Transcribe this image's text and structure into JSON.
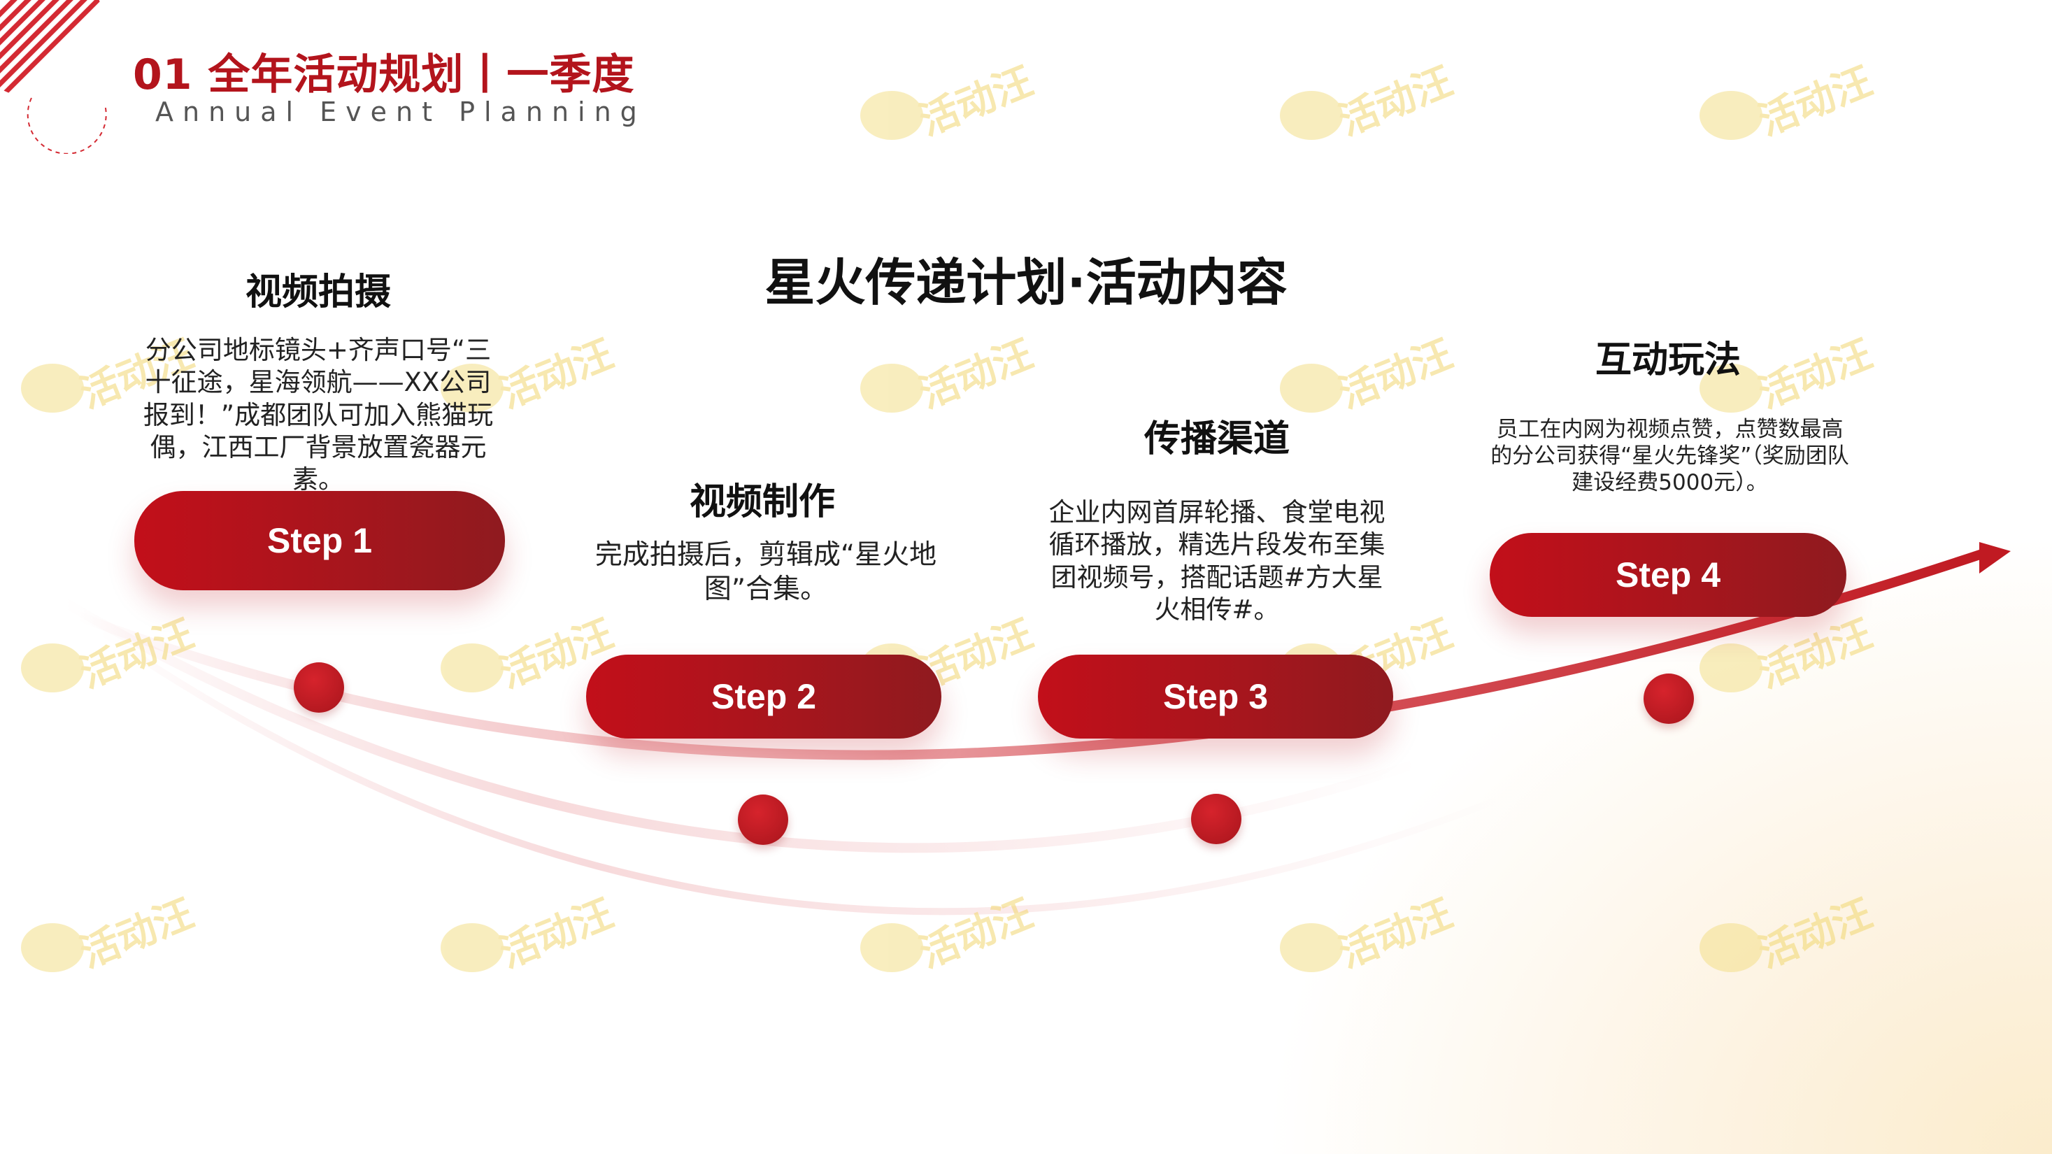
{
  "header": {
    "title": "01 全年活动规划丨一季度",
    "subtitle": "Annual Event Planning"
  },
  "main_title": "星火传递计划·活动内容",
  "steps": [
    {
      "label": "Step 1",
      "heading": "视频拍摄",
      "description": "分公司地标镜头+齐声口号“三十征途，星海领航——XX公司报到！”成都团队可加入熊猫玩偶，江西工厂背景放置瓷器元素。"
    },
    {
      "label": "Step 2",
      "heading": "视频制作",
      "description": "完成拍摄后，剪辑成“星火地图”合集。"
    },
    {
      "label": "Step 3",
      "heading": "传播渠道",
      "description": "企业内网首屏轮播、食堂电视循环播放，精选片段发布至集团视频号，搭配话题#方大星火相传#。"
    },
    {
      "label": "Step 4",
      "heading": "互动玩法",
      "description": "员工在内网为视频点赞，点赞数最高的分公司获得“星火先锋奖”（奖励团队建设经费5000元）。"
    }
  ],
  "watermark": "活动汪",
  "colors": {
    "accent": "#b3141c",
    "pill": "#c20f1a",
    "text": "#111111"
  }
}
